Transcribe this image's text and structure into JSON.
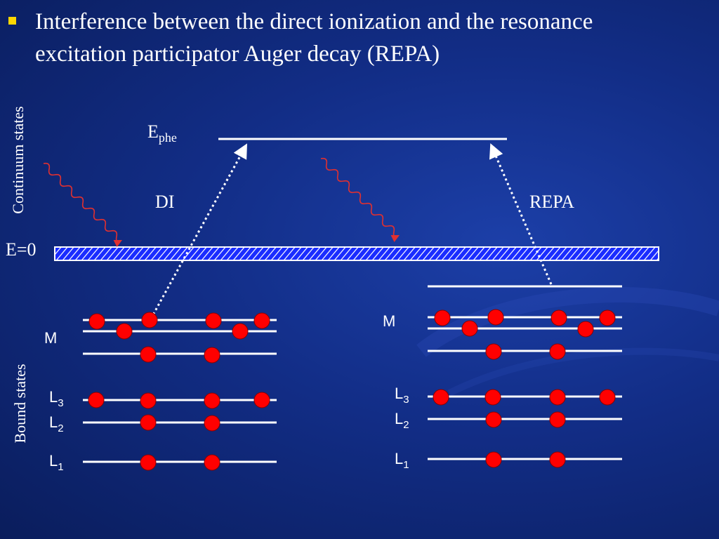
{
  "slide": {
    "title_line1": "Interference between the direct ionization  and  the resonance",
    "title_line2": "excitation participator Auger decay (REPA)"
  },
  "labels": {
    "continuum_states": "Continuum states",
    "bound_states": "Bound states",
    "e_zero": "E=0",
    "e_phe_main": "E",
    "e_phe_sub": "phe",
    "di": "DI",
    "repa": "REPA"
  },
  "levels": {
    "m": "M",
    "l": "L",
    "l3_sub": "3",
    "l2_sub": "2",
    "l1_sub": "1"
  },
  "colors": {
    "electron": "#ff0000",
    "band_fill": "#1a2cff",
    "photon": "#e03030",
    "bullet": "#ffd700"
  }
}
